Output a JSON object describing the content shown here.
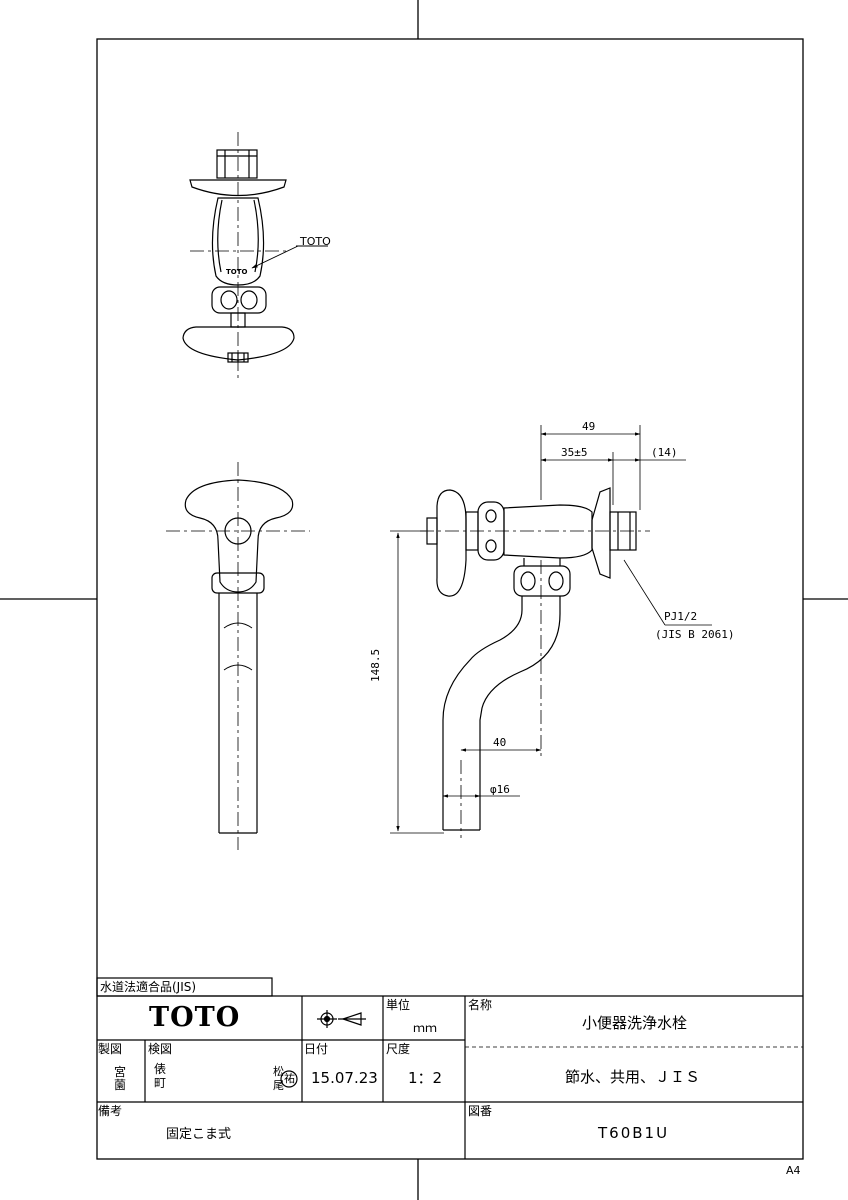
{
  "drawing": {
    "callouts": {
      "brand_mark": "TOTO",
      "thread": "PJ1/2",
      "thread_standard": "(JIS B 2061)"
    },
    "dimensions": {
      "overall_width": "49",
      "body_width": "35±5",
      "thread_length": "(14)",
      "height": "148.5",
      "offset": "40",
      "pipe_diameter": "φ16"
    },
    "body_marking": "TOTO"
  },
  "title_block": {
    "certification": "水道法適合品(JIS)",
    "company_logo": "TOTO",
    "unit_label": "単位",
    "unit_value": "ｍｍ",
    "name_label": "名称",
    "product_name": "小便器洗浄水栓",
    "product_features": "節水、共用、ＪＩＳ",
    "drafted_label": "製図",
    "drafted_by": [
      "宮",
      "薗"
    ],
    "checked_label": "検図",
    "checked_by": [
      "俵",
      "町"
    ],
    "approved_by": [
      "松",
      "尾"
    ],
    "approval_seal": "祐",
    "date_label": "日付",
    "date_value": "15.07.23",
    "scale_label": "尺度",
    "scale_value": "1：2",
    "remarks_label": "備考",
    "remarks_value": "固定こま式",
    "drawing_no_label": "図番",
    "drawing_no": "T60B1U",
    "paper_size": "A4"
  }
}
